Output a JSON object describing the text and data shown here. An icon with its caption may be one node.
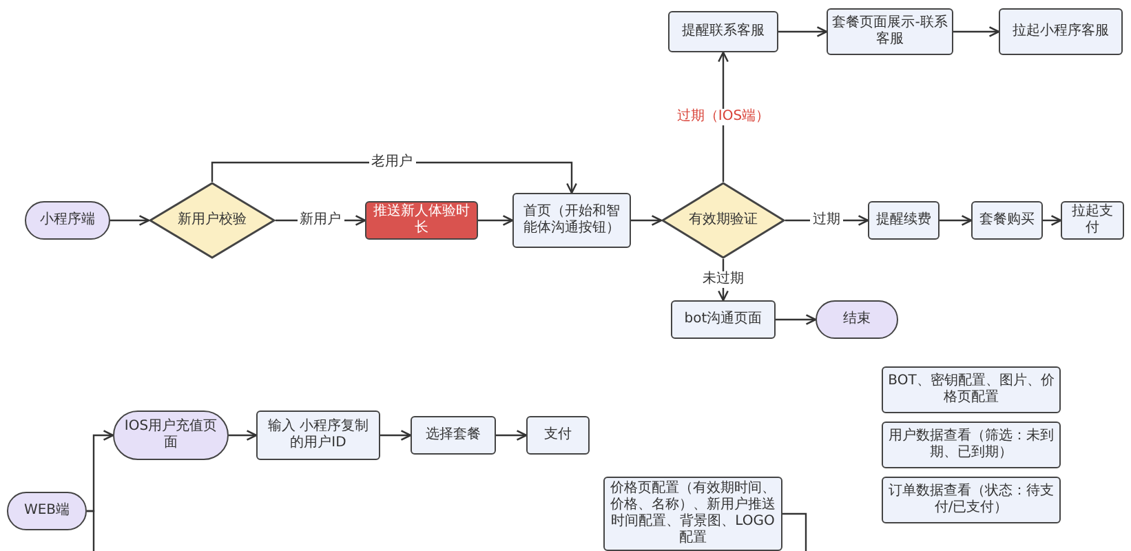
{
  "diagram": {
    "nodes": [
      {
        "text": [
          "小程序端"
        ]
      },
      {
        "text": [
          "新用户校验"
        ]
      },
      {
        "text": [
          "推送新人体验时长"
        ]
      },
      {
        "text": [
          "首页（开始和智能体沟通按钮）"
        ]
      },
      {
        "text": [
          "有效期验证"
        ]
      },
      {
        "text": [
          "提醒联系客服"
        ]
      },
      {
        "text": [
          "套餐页面展示-联系客服"
        ]
      },
      {
        "text": [
          "拉起小程序客服"
        ]
      },
      {
        "text": [
          "提醒续费"
        ]
      },
      {
        "text": [
          "套餐购买"
        ]
      },
      {
        "text": [
          "拉起支付"
        ]
      },
      {
        "text": [
          "bot沟通页面"
        ]
      },
      {
        "text": [
          "结束"
        ]
      },
      {
        "text": [
          "WEB端"
        ]
      },
      {
        "text": [
          "IOS用户充值页面"
        ]
      },
      {
        "text": [
          "输入 小程序复制的用户ID"
        ]
      },
      {
        "text": [
          "选择套餐"
        ]
      },
      {
        "text": [
          "支付"
        ]
      },
      {
        "text": [
          "价格页配置（有效期时间、价格、名称）、新用户推送时间配置、背景图、LOGO配置"
        ]
      },
      {
        "text": [
          "BOT、密钥配置、图片、价格页配置"
        ]
      },
      {
        "text": [
          "用户数据查看（筛选：未到期、已到期）"
        ]
      },
      {
        "text": [
          "订单数据查看（状态：待支付/已支付）"
        ]
      }
    ],
    "edges": [
      {
        "from": 0,
        "to": 1,
        "arrow": "to"
      },
      {
        "from": 1,
        "to": 2,
        "label": "新用户",
        "arrow": "to"
      },
      {
        "from": 1,
        "to": 3,
        "label": "老用户",
        "arrow": "to"
      },
      {
        "from": 2,
        "to": 3,
        "arrow": "to"
      },
      {
        "from": 3,
        "to": 4,
        "arrow": "to"
      },
      {
        "from": 4,
        "to": 5,
        "label": "过期（IOS端）",
        "arrow": "to"
      },
      {
        "from": 5,
        "to": 6,
        "arrow": "to"
      },
      {
        "from": 6,
        "to": 7,
        "arrow": "to"
      },
      {
        "from": 4,
        "to": 8,
        "label": "过期",
        "arrow": "to"
      },
      {
        "from": 8,
        "to": 9,
        "arrow": "to"
      },
      {
        "from": 9,
        "to": 10,
        "arrow": "to"
      },
      {
        "from": 4,
        "to": 11,
        "label": "未过期",
        "arrow": "to"
      },
      {
        "from": 11,
        "to": 12,
        "arrow": "to"
      },
      {
        "from": 13,
        "to": 14,
        "arrow": "to"
      },
      {
        "from": 13,
        "to": null,
        "arrow": "none"
      },
      {
        "from": 14,
        "to": 15,
        "arrow": "to"
      },
      {
        "from": 15,
        "to": 16,
        "arrow": "to"
      },
      {
        "from": 16,
        "to": 17,
        "arrow": "to"
      },
      {
        "from": 18,
        "to": null,
        "arrow": "none"
      }
    ]
  }
}
